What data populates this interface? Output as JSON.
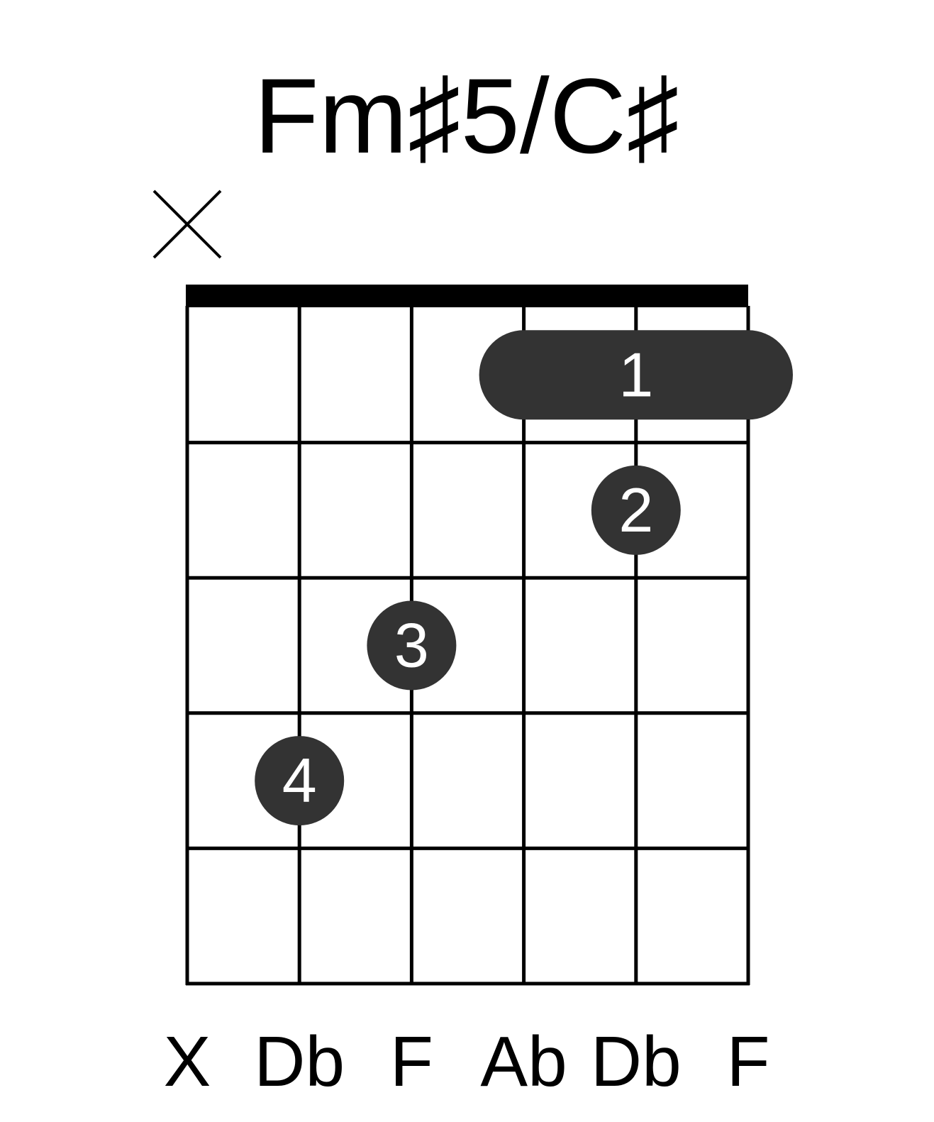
{
  "chord": {
    "name": "Fm♯5/C♯"
  },
  "colors": {
    "ink": "#000000",
    "dot": "#333333",
    "dot_text": "#ffffff",
    "background": "#ffffff"
  },
  "diagram": {
    "strings_count": 6,
    "frets_shown": 5,
    "nut": true,
    "string_markers": [
      {
        "string": 1,
        "marker": "muted",
        "icon": "x-icon"
      }
    ],
    "fingerings": [
      {
        "finger": "1",
        "fret": 1,
        "from_string": 4,
        "to_string": 6,
        "type": "barre"
      },
      {
        "finger": "2",
        "fret": 2,
        "string": 5,
        "type": "dot"
      },
      {
        "finger": "3",
        "fret": 3,
        "string": 3,
        "type": "dot"
      },
      {
        "finger": "4",
        "fret": 4,
        "string": 2,
        "type": "dot"
      }
    ],
    "note_labels": [
      "X",
      "Db",
      "F",
      "Ab",
      "Db",
      "F"
    ]
  }
}
